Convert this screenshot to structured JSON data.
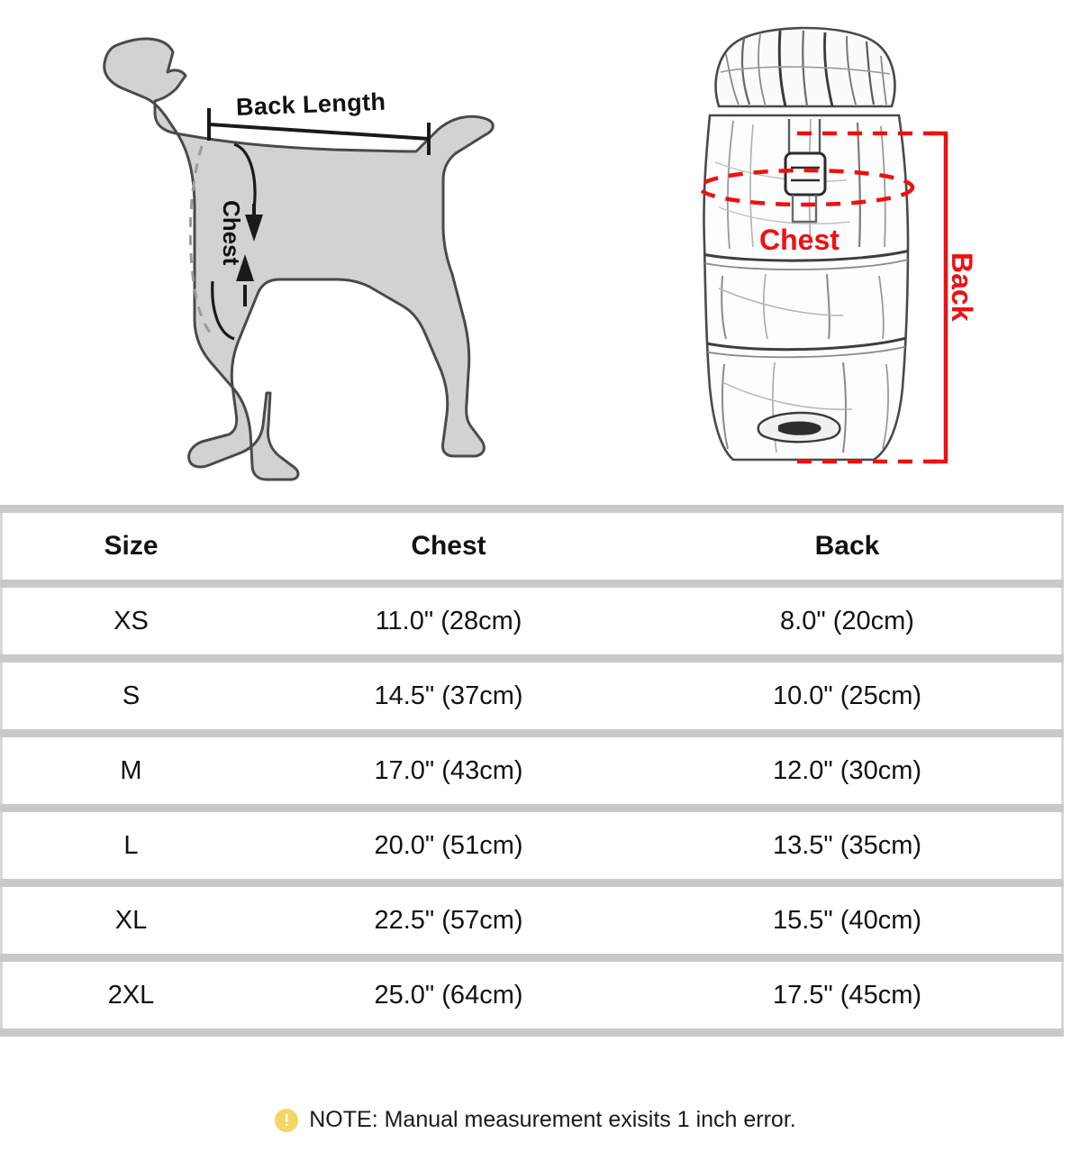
{
  "illustration": {
    "dog": {
      "back_length_label": "Back Length",
      "chest_label": "Chest",
      "fill_color": "#d2d2d2",
      "outline_color": "#4a4a4a"
    },
    "jacket": {
      "chest_label": "Chest",
      "back_label": "Back",
      "annotation_color": "#ee1111",
      "sketch_color": "#555555"
    }
  },
  "table": {
    "headers": [
      "Size",
      "Chest",
      "Back"
    ],
    "rows": [
      {
        "size": "XS",
        "chest": "11.0\" (28cm)",
        "back": "8.0\" (20cm)"
      },
      {
        "size": "S",
        "chest": "14.5\" (37cm)",
        "back": "10.0\" (25cm)"
      },
      {
        "size": "M",
        "chest": "17.0\" (43cm)",
        "back": "12.0\" (30cm)"
      },
      {
        "size": "L",
        "chest": "20.0\" (51cm)",
        "back": "13.5\" (35cm)"
      },
      {
        "size": "XL",
        "chest": "22.5\" (57cm)",
        "back": "15.5\" (40cm)"
      },
      {
        "size": "2XL",
        "chest": "25.0\" (64cm)",
        "back": "17.5\" (45cm)"
      }
    ],
    "band_color": "#c9c9c9"
  },
  "footer": {
    "icon": "exclamation-icon",
    "icon_glyph": "!",
    "icon_color": "#f5d665",
    "text": "NOTE: Manual measurement exisits 1 inch error."
  }
}
